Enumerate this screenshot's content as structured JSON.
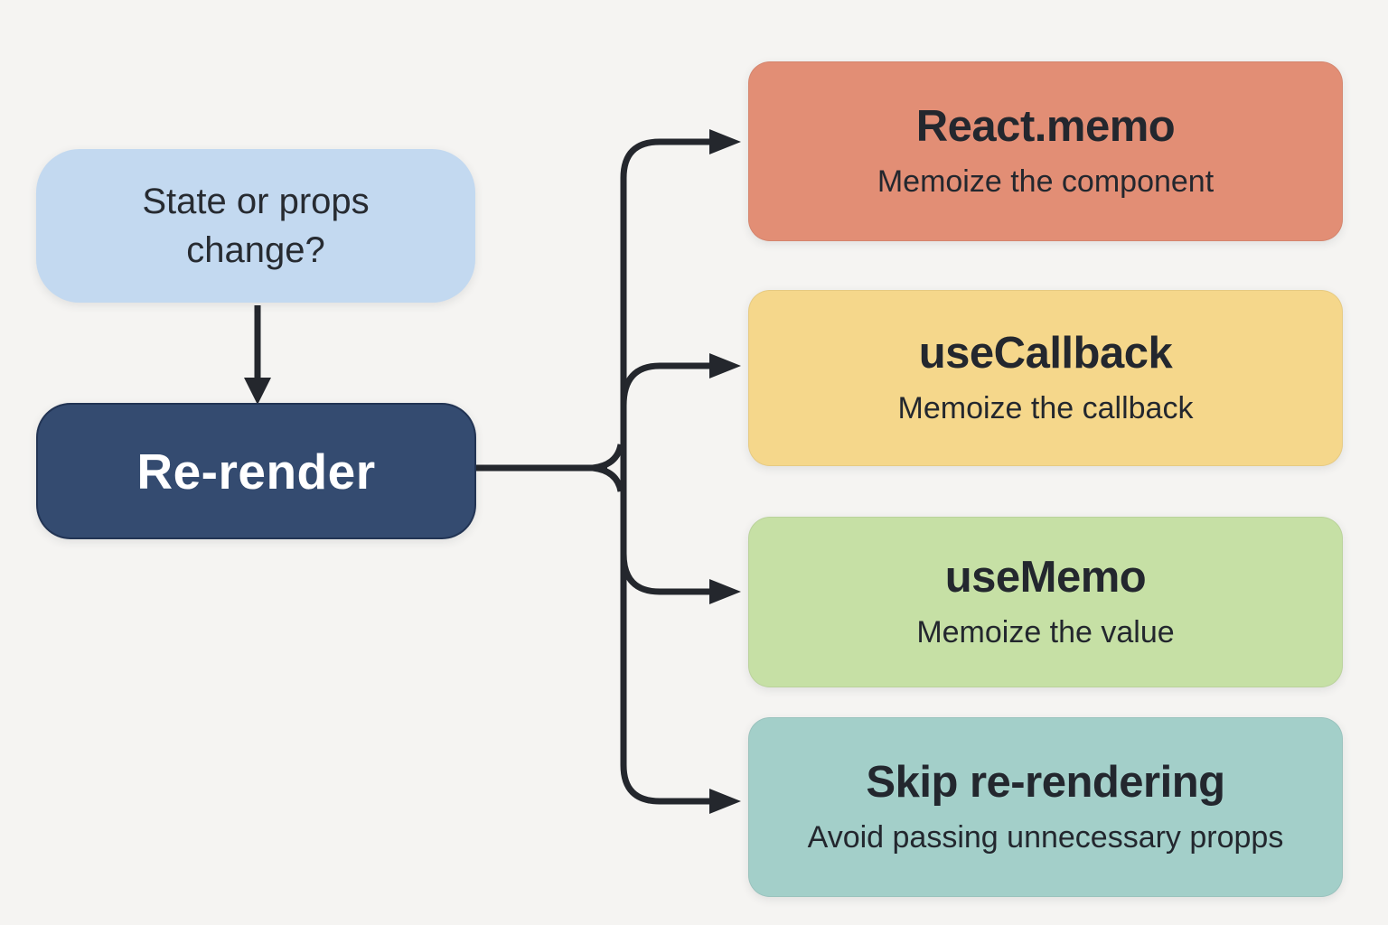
{
  "diagram": {
    "description": "React re-render optimization flowchart"
  },
  "colors": {
    "background": "#f5f4f2",
    "connector_line": "#24272d",
    "start_box": "#c3d9f0",
    "rerender_box": "#344b70",
    "rerender_text": "#ffffff",
    "dark_text": "#23272e",
    "branch_colors": [
      "#e28e75",
      "#f5d78b",
      "#c6e0a5",
      "#a3cfc9"
    ]
  },
  "nodes": {
    "start": {
      "line1": "State or props",
      "line2": "change?"
    },
    "rerender": {
      "label": "Re-render"
    }
  },
  "branches": [
    {
      "title": "React.memo",
      "subtitle": "Memoize the component"
    },
    {
      "title": "useCallback",
      "subtitle": "Memoize the callback"
    },
    {
      "title": "useMemo",
      "subtitle": "Memoize the value"
    },
    {
      "title": "Skip re-rendering",
      "subtitle": "Avoid passing unnecessary propps"
    }
  ]
}
